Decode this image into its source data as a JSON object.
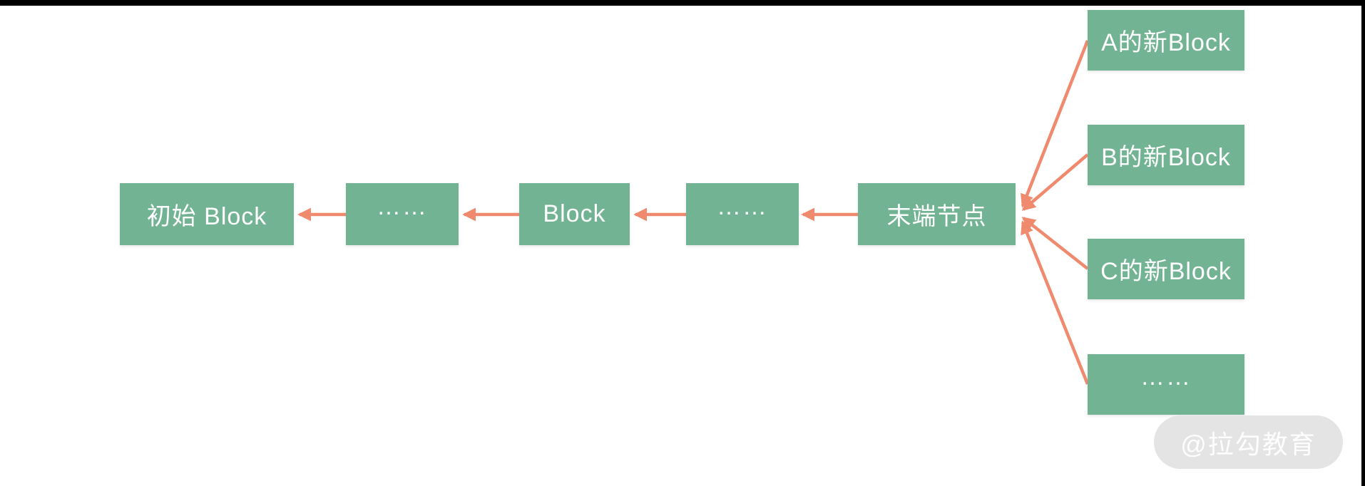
{
  "diagram": {
    "colors": {
      "node_fill": "#72b393",
      "node_text": "#ffffff",
      "arrow": "#f08a6e",
      "top_bar": "#000000",
      "watermark_bg": "#e4e4e4"
    },
    "chain_nodes": [
      {
        "id": "genesis",
        "label": "初始 Block"
      },
      {
        "id": "ellipsis-1",
        "label": "……"
      },
      {
        "id": "block",
        "label": "Block"
      },
      {
        "id": "ellipsis-2",
        "label": "……"
      },
      {
        "id": "tail",
        "label": "末端节点"
      }
    ],
    "chain_links": [
      {
        "from": "ellipsis-1",
        "to": "genesis"
      },
      {
        "from": "block",
        "to": "ellipsis-1"
      },
      {
        "from": "ellipsis-2",
        "to": "block"
      },
      {
        "from": "tail",
        "to": "ellipsis-2"
      }
    ],
    "new_blocks": [
      {
        "id": "new-a",
        "label": "A的新Block"
      },
      {
        "id": "new-b",
        "label": "B的新Block"
      },
      {
        "id": "new-c",
        "label": "C的新Block"
      },
      {
        "id": "new-d",
        "label": "……"
      }
    ],
    "new_block_links": [
      {
        "from": "new-a",
        "to": "tail"
      },
      {
        "from": "new-b",
        "to": "tail"
      },
      {
        "from": "new-c",
        "to": "tail"
      },
      {
        "from": "new-d",
        "to": "tail"
      }
    ],
    "watermark": "@拉勾教育"
  }
}
